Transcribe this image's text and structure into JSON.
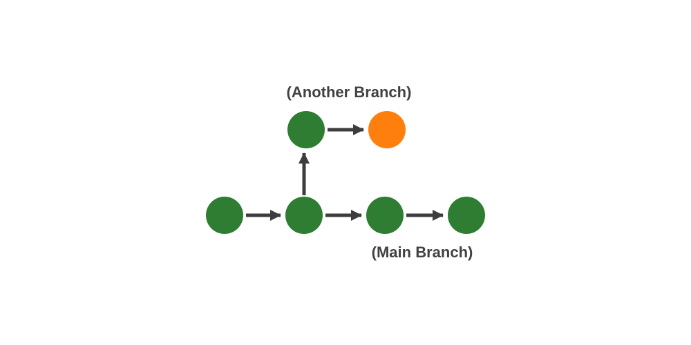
{
  "diagram": {
    "type": "git-branch-diagram",
    "labels": {
      "another_branch": "(Another Branch)",
      "main_branch": "(Main Branch)"
    },
    "colors": {
      "commit_green": "#2e7d32",
      "commit_orange": "#ff7f0e",
      "arrow": "#3d3d3d",
      "label_text": "#414042",
      "background": "#ffffff"
    },
    "nodes": [
      {
        "id": "main-1",
        "branch": "main",
        "color": "green"
      },
      {
        "id": "main-2",
        "branch": "main",
        "color": "green"
      },
      {
        "id": "main-3",
        "branch": "main",
        "color": "green"
      },
      {
        "id": "main-4",
        "branch": "main",
        "color": "green"
      },
      {
        "id": "another-1",
        "branch": "another",
        "color": "green"
      },
      {
        "id": "another-2",
        "branch": "another",
        "color": "orange"
      }
    ],
    "edges": [
      {
        "from": "main-1",
        "to": "main-2"
      },
      {
        "from": "main-2",
        "to": "main-3"
      },
      {
        "from": "main-3",
        "to": "main-4"
      },
      {
        "from": "main-2",
        "to": "another-1"
      },
      {
        "from": "another-1",
        "to": "another-2"
      }
    ]
  }
}
